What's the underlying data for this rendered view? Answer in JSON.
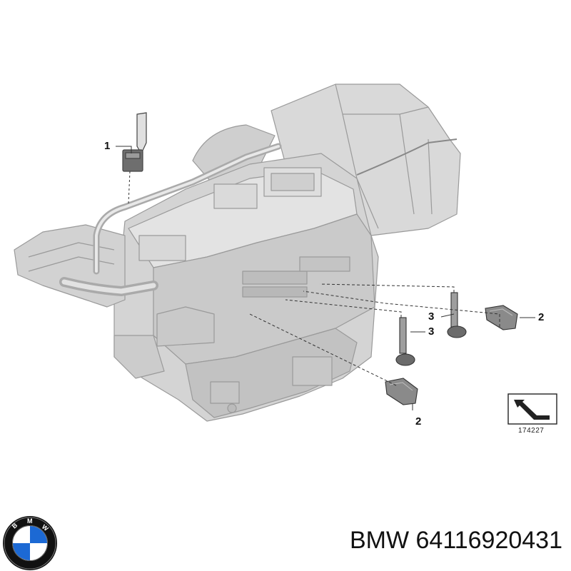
{
  "callouts": {
    "part_1": "1",
    "part_2_right": "2",
    "part_3_upper": "3",
    "part_3_lower": "3",
    "part_2_lower": "2"
  },
  "reference_symbol": {
    "icon": "direction-arrow-icon",
    "number": "174227"
  },
  "logo": {
    "icon": "bmw-roundel-icon",
    "letters": [
      "B",
      "M",
      "W"
    ],
    "colors": {
      "blue": "#1c69d4",
      "ring": "#111111",
      "white": "#ffffff"
    }
  },
  "caption": {
    "brand": "BMW",
    "part_number": "64116920431"
  },
  "colors": {
    "housing": "#d4d4d4",
    "housing_shade": "#bcbcbc",
    "housing_light": "#e6e6e6",
    "sensor": "#8a8a8a",
    "outline": "#9a9a9a",
    "leader": "#333333"
  }
}
